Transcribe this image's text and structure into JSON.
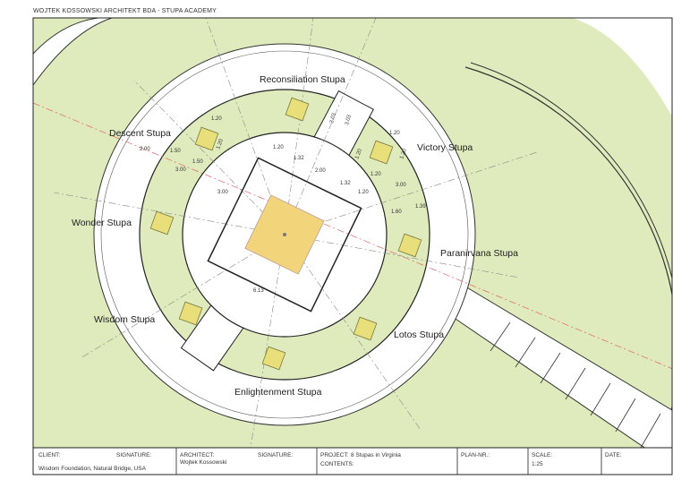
{
  "header": {
    "title": "WOJTEK KOSSOWSKI  ARCHITEKT BDA -  STUPA ACADEMY"
  },
  "stupas": [
    {
      "label": "Reconsiliation Stupa"
    },
    {
      "label": "Victory Stupa"
    },
    {
      "label": "Paranirvana Stupa"
    },
    {
      "label": "Lotos Stupa"
    },
    {
      "label": "Enlightenment Stupa"
    },
    {
      "label": "Wisdom Stupa"
    },
    {
      "label": "Wonder Stupa"
    },
    {
      "label": "Descent Stupa"
    }
  ],
  "dimensions": [
    "1.20",
    "1.20",
    "2.00",
    "1.50",
    "1.50",
    "3.00",
    "3.00",
    "1.20",
    "1.32",
    "2.00",
    "1.32",
    "1.20",
    "3.03",
    "3.03",
    "1.20",
    "1.20",
    "1.20",
    "1.20",
    "3.00",
    "1.60",
    "1.39",
    "6.13"
  ],
  "title_block": {
    "client_label": "CLIENT:",
    "client_value": "Wisdom Foundation, Natural Bridge, USA",
    "signature_label": "SIGNATURE:",
    "architect_label": "ARCHITECT:",
    "architect_value": "Wojtek Kossowski",
    "signature2_label": "SIGNATURE:",
    "project_label": "PROJECT:",
    "project_value": "8 Stupas in Virginia",
    "contents_label": "CONTENTS:",
    "plan_label": "PLAN-NR.:",
    "scale_label": "SCALE:",
    "scale_value": "1:25",
    "date_label": "DATE:"
  },
  "colors": {
    "lawn": "#dfeabd",
    "stupa": "#e9df7a",
    "center": "#f2d57a",
    "line": "#222222"
  }
}
